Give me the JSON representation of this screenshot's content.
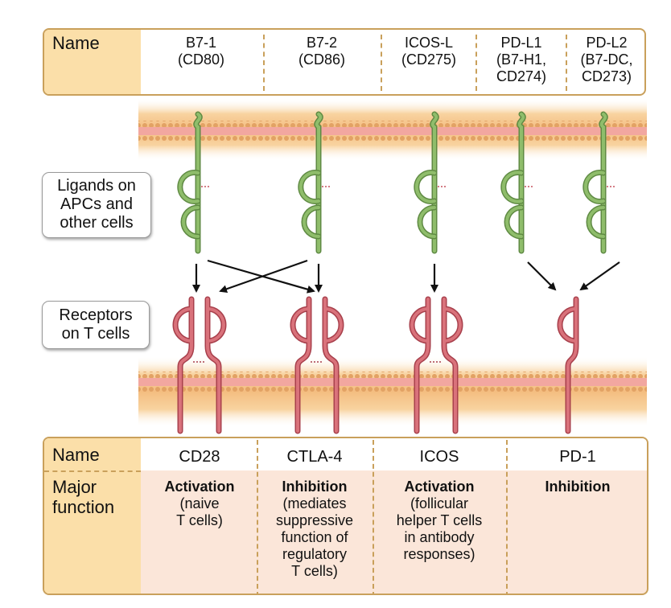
{
  "ligand_table": {
    "header": "Name",
    "ligands": [
      {
        "line1": "B7-1",
        "line2": "(CD80)",
        "line3": ""
      },
      {
        "line1": "B7-2",
        "line2": "(CD86)",
        "line3": ""
      },
      {
        "line1": "ICOS-L",
        "line2": "(CD275)",
        "line3": ""
      },
      {
        "line1": "PD-L1",
        "line2": "(B7-H1,",
        "line3": "CD274)"
      },
      {
        "line1": "PD-L2",
        "line2": "(B7-DC,",
        "line3": "CD273)"
      }
    ]
  },
  "labels": {
    "ligands": [
      "Ligands on",
      "APCs and",
      "other cells"
    ],
    "receptors": [
      "Receptors",
      "on T cells"
    ]
  },
  "receptor_table": {
    "name_header": "Name",
    "function_header_1": "Major",
    "function_header_2": "function",
    "receptors": [
      {
        "name": "CD28",
        "function": "Activation",
        "detail": [
          "(naive",
          "T cells)"
        ]
      },
      {
        "name": "CTLA-4",
        "function": "Inhibition",
        "detail": [
          "(mediates",
          "suppressive",
          "function of",
          "regulatory",
          "T cells)"
        ]
      },
      {
        "name": "ICOS",
        "function": "Activation",
        "detail": [
          "(follicular",
          "helper T cells",
          "in antibody",
          "responses)"
        ]
      },
      {
        "name": "PD-1",
        "function": "Inhibition",
        "detail": []
      }
    ]
  },
  "colors": {
    "ligand": "#7aa85a",
    "receptor": "#c6525e",
    "membrane": "#f6c78c",
    "header_fill": "#fbdfa9",
    "border": "#c9a05b",
    "function_fill": "#fbe6d9"
  }
}
